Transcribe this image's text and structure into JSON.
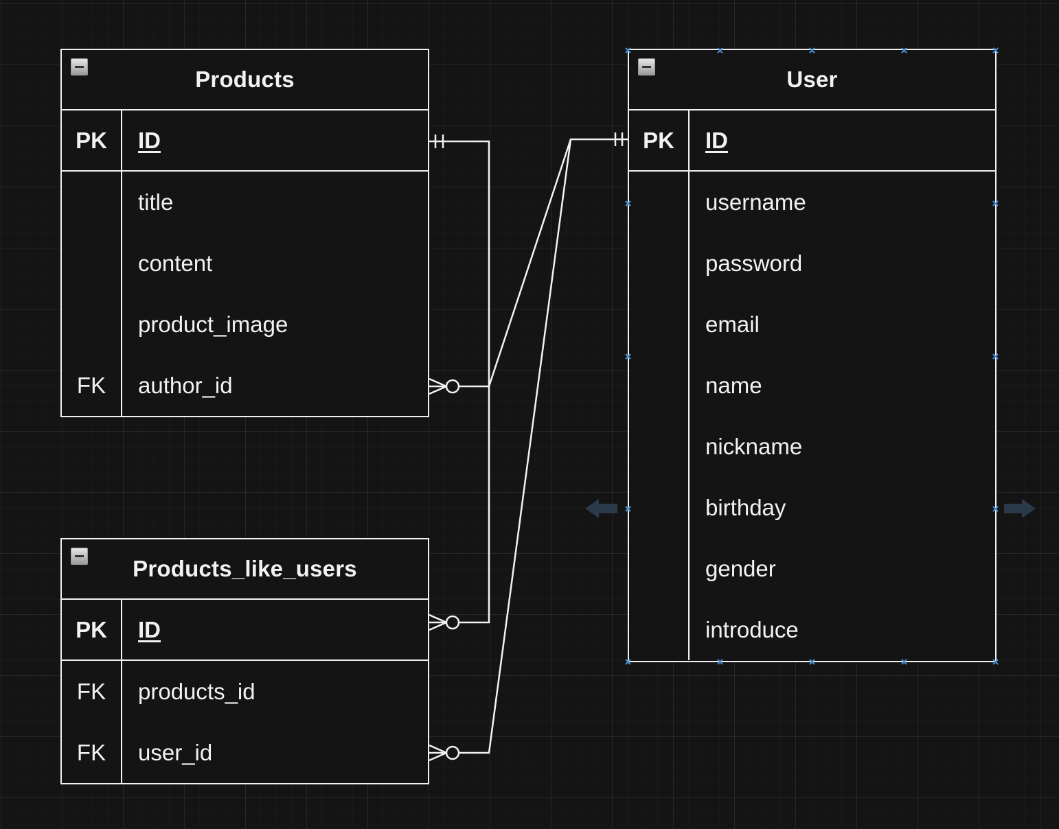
{
  "colors": {
    "background": "#141414",
    "line": "#f2f2f2",
    "selection_handle": "#4a90d9",
    "arrow_hint": "#2b3a4a"
  },
  "entities": {
    "products": {
      "title": "Products",
      "pk": {
        "key": "PK",
        "name": "ID"
      },
      "attributes": [
        {
          "key": "",
          "name": "title"
        },
        {
          "key": "",
          "name": "content"
        },
        {
          "key": "",
          "name": "product_image"
        },
        {
          "key": "FK",
          "name": "author_id"
        }
      ]
    },
    "products_like_users": {
      "title": "Products_like_users",
      "pk": {
        "key": "PK",
        "name": "ID"
      },
      "attributes": [
        {
          "key": "FK",
          "name": "products_id"
        },
        {
          "key": "FK",
          "name": "user_id"
        }
      ]
    },
    "user": {
      "title": "User",
      "pk": {
        "key": "PK",
        "name": "ID"
      },
      "attributes": [
        {
          "key": "",
          "name": "username"
        },
        {
          "key": "",
          "name": "password"
        },
        {
          "key": "",
          "name": "email"
        },
        {
          "key": "",
          "name": "name"
        },
        {
          "key": "",
          "name": "nickname"
        },
        {
          "key": "",
          "name": "birthday"
        },
        {
          "key": "",
          "name": "gender"
        },
        {
          "key": "",
          "name": "introduce"
        }
      ]
    }
  },
  "relationships": [
    {
      "from": "Products.ID",
      "to": "Products_like_users.ID",
      "from_end": "one-mandatory",
      "to_end": "zero-or-many"
    },
    {
      "from": "User.ID",
      "to": "Products.author_id",
      "from_end": "one-mandatory",
      "to_end": "zero-or-many"
    },
    {
      "from": "User.ID",
      "to": "Products_like_users.user_id",
      "from_end": "one-mandatory",
      "to_end": "zero-or-many"
    }
  ],
  "icons": {
    "collapse": "minus-square-icon",
    "selection_handle": "x-handle-icon",
    "left_arrow": "arrow-left-icon",
    "right_arrow": "arrow-right-icon"
  }
}
